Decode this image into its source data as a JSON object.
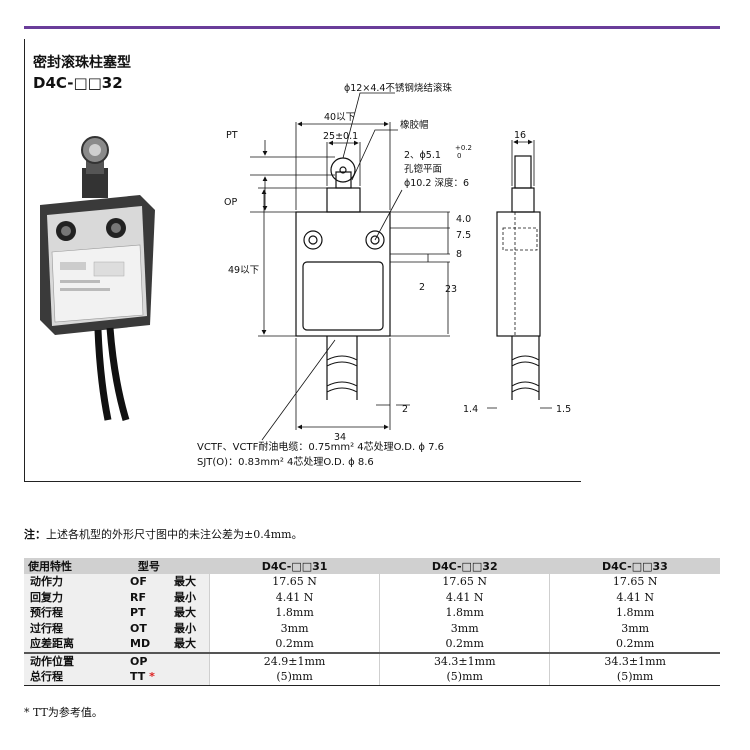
{
  "header": {
    "title_cn": "密封滚珠柱塞型",
    "model": "D4C-□□32"
  },
  "drawing": {
    "roller_note": "ϕ12×4.4不锈钢烧结滚珠",
    "dim_40": "40以下",
    "dim_25": "25±0.1",
    "rubber_cap": "橡胶帽",
    "pt": "PT",
    "op": "OP",
    "hole_line1": "2、ϕ5.1",
    "hole_tol_top": "+0.2",
    "hole_tol_bot": "0",
    "hole_line2": "孔锪平面",
    "hole_line3": "ϕ10.2 深度：6",
    "dim_49": "49以下",
    "dim_4_0": "4.0",
    "dim_7_5": "7.5",
    "dim_8": "8",
    "dim_2_mid": "2",
    "dim_23": "23",
    "dim_16": "16",
    "dim_34": "34",
    "dim_2_bot": "2",
    "dim_1_4": "1.4",
    "dim_1_5": "1.5",
    "cable_line1": "VCTF、VCTF耐油电缆：0.75mm² 4芯处理O.D. ϕ 7.6",
    "cable_line2": "SJT(O)：0.83mm² 4芯处理O.D. ϕ 8.6"
  },
  "note": {
    "label": "注：",
    "text": "上述各机型的外形尺寸图中的未注公差为±0.4mm。"
  },
  "table": {
    "header_char": "使用特性",
    "header_model": "型号",
    "models": [
      "D4C-□□31",
      "D4C-□□32",
      "D4C-□□33"
    ],
    "rows": [
      {
        "cn": "动作力",
        "code": "OF",
        "cond": "最大",
        "values": [
          "17.65 N",
          "17.65 N",
          "17.65 N"
        ]
      },
      {
        "cn": "回复力",
        "code": "RF",
        "cond": "最小",
        "values": [
          "4.41 N",
          "4.41 N",
          "4.41 N"
        ]
      },
      {
        "cn": "预行程",
        "code": "PT",
        "cond": "最大",
        "values": [
          "1.8mm",
          "1.8mm",
          "1.8mm"
        ]
      },
      {
        "cn": "过行程",
        "code": "OT",
        "cond": "最小",
        "values": [
          "3mm",
          "3mm",
          "3mm"
        ]
      },
      {
        "cn": "应差距离",
        "code": "MD",
        "cond": "最大",
        "values": [
          "0.2mm",
          "0.2mm",
          "0.2mm"
        ]
      },
      {
        "cn": "动作位置",
        "code": "OP",
        "cond": "",
        "values": [
          "24.9±1mm",
          "34.3±1mm",
          "34.3±1mm"
        ]
      },
      {
        "cn": "总行程",
        "code": "TT",
        "cond": "",
        "star": "*",
        "values": [
          "(5)mm",
          "(5)mm",
          "(5)mm"
        ]
      }
    ]
  },
  "footnote": "* TT为参考值。",
  "colors": {
    "accent_line": "#6a3d9a",
    "header_bg": "#d0d0d0",
    "star": "#d22222"
  }
}
